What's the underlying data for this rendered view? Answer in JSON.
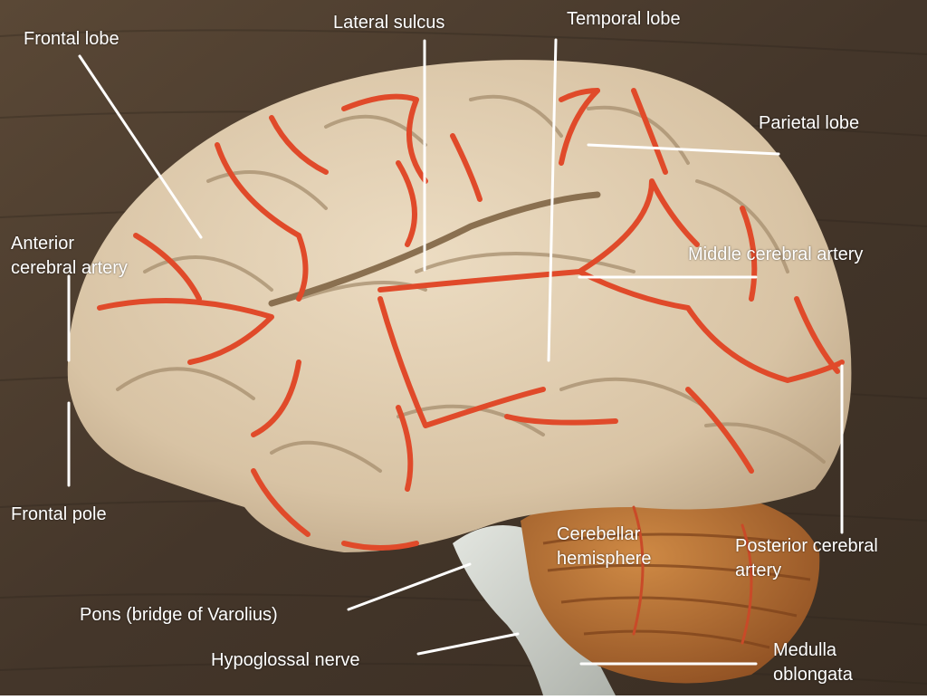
{
  "colors": {
    "background_wood": "#4a3b2c",
    "brain_tissue": "#dcc8aa",
    "artery": "#e04a2a",
    "cerebellum": "#b56a2c",
    "brainstem": "#cfd2cc",
    "label_text": "#ffffff",
    "leader_line": "#ffffff"
  },
  "labels": {
    "frontal_lobe": "Frontal lobe",
    "lateral_sulcus": "Lateral sulcus",
    "temporal_lobe": "Temporal lobe",
    "parietal_lobe": "Parietal lobe",
    "anterior_cerebral_artery": [
      "Anterior",
      "cerebral artery"
    ],
    "middle_cerebral_artery": "Middle cerebral artery",
    "frontal_pole": "Frontal pole",
    "cerebellar_hemisphere": [
      "Cerebellar",
      "hemisphere"
    ],
    "posterior_cerebral_artery": [
      "Posterior cerebral",
      "artery"
    ],
    "pons": "Pons (bridge of Varolius)",
    "hypoglossal_nerve": "Hypoglossal nerve",
    "medulla_oblongata": [
      "Medulla",
      "oblongata"
    ]
  }
}
